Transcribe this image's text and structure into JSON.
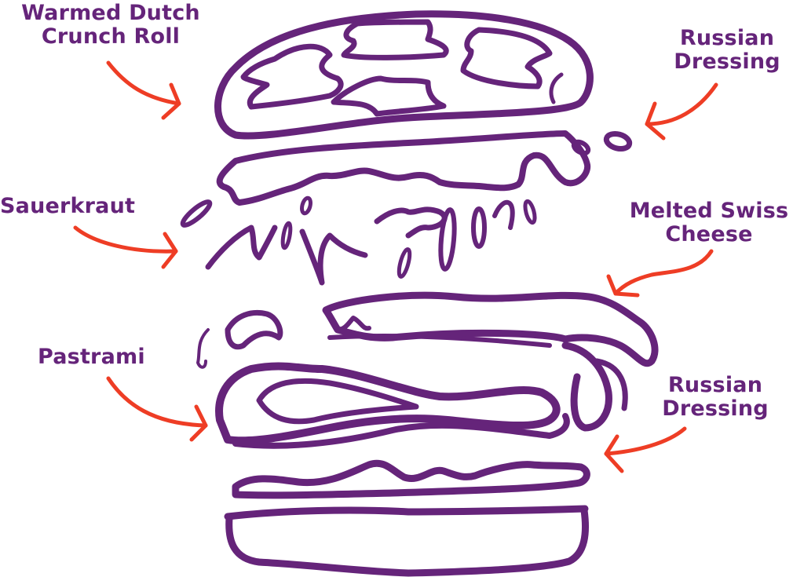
{
  "diagram": {
    "title": "Sandwich layers illustration",
    "colors": {
      "ink": "#65247a",
      "arrow": "#ee3d25",
      "background": "#ffffff"
    },
    "layers_top_to_bottom": [
      "Warmed Dutch Crunch Roll (top)",
      "Russian Dressing",
      "Sauerkraut",
      "Melted Swiss Cheese",
      "Pastrami",
      "Russian Dressing",
      "Warmed Dutch Crunch Roll (bottom)"
    ],
    "labels": {
      "roll": {
        "line1": "Warmed Dutch",
        "line2": "Crunch Roll",
        "side": "left"
      },
      "dressing_top": {
        "line1": "Russian",
        "line2": "Dressing",
        "side": "right"
      },
      "sauerkraut": {
        "line1": "Sauerkraut",
        "side": "left"
      },
      "swiss": {
        "line1": "Melted Swiss",
        "line2": "Cheese",
        "side": "right"
      },
      "pastrami": {
        "line1": "Pastrami",
        "side": "left"
      },
      "dressing_bottom": {
        "line1": "Russian",
        "line2": "Dressing",
        "side": "right"
      }
    },
    "arrows": [
      {
        "name": "roll-arrow",
        "points_to": "top bun"
      },
      {
        "name": "dressing-top-arrow",
        "points_to": "dressing under top bun"
      },
      {
        "name": "sauerkraut-arrow",
        "points_to": "sauerkraut shreds"
      },
      {
        "name": "swiss-arrow",
        "points_to": "melted cheese layer"
      },
      {
        "name": "pastrami-arrow",
        "points_to": "pastrami slices"
      },
      {
        "name": "dressing-bottom-arrow",
        "points_to": "dressing above bottom bun"
      }
    ]
  }
}
